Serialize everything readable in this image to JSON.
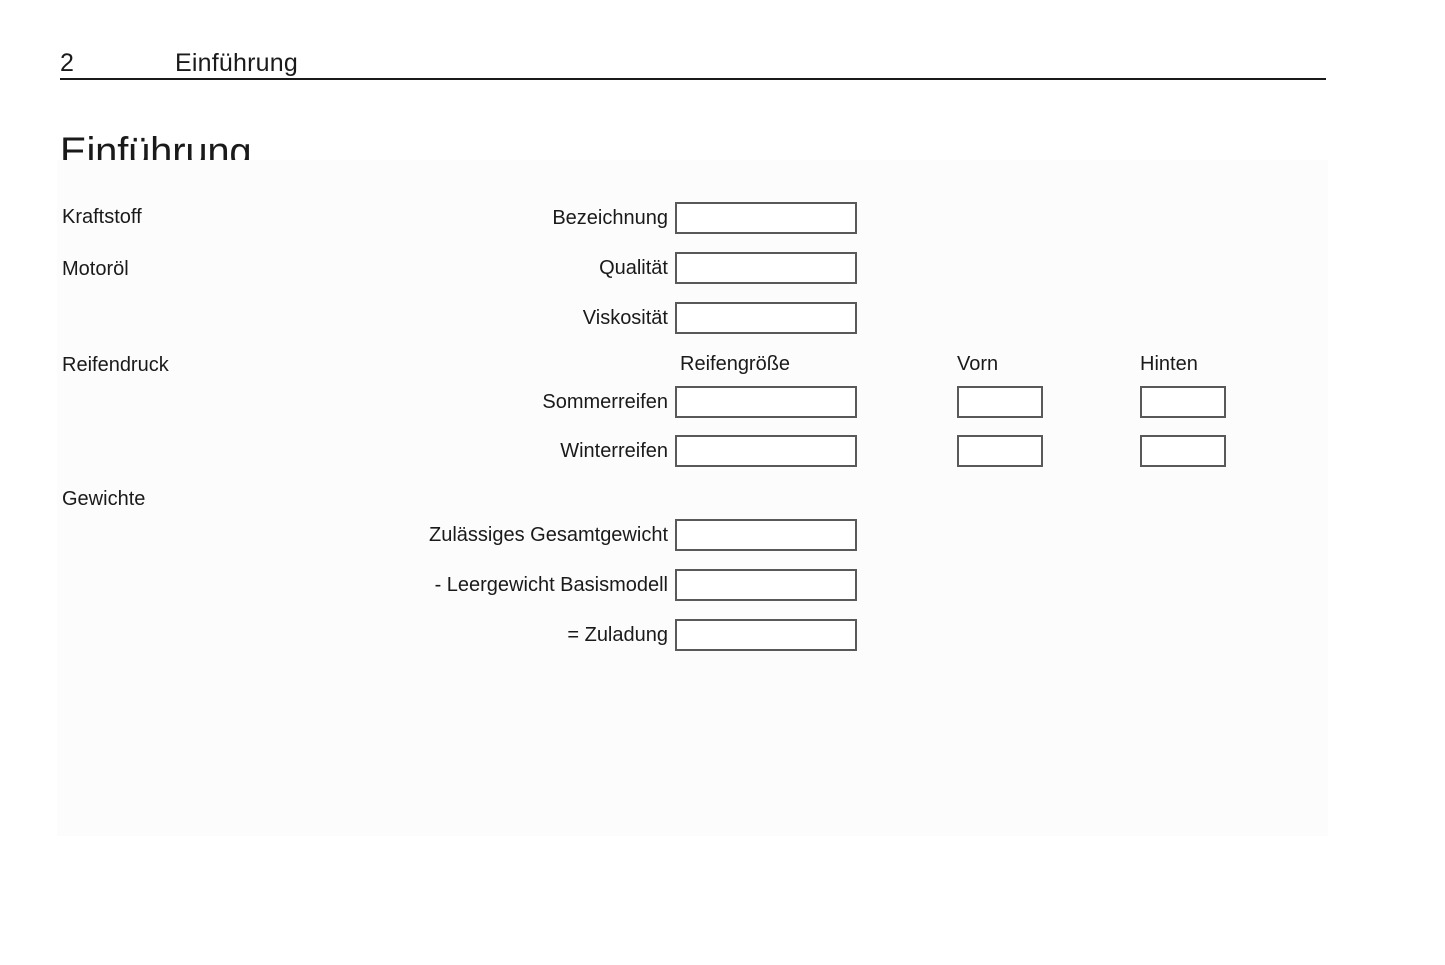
{
  "header": {
    "page_number": "2",
    "chapter": "Einführung"
  },
  "title": "Einführung",
  "sections": {
    "fuel": {
      "label": "Kraftstoff"
    },
    "engine_oil": {
      "label": "Motoröl"
    },
    "tyre_pressure": {
      "label": "Reifendruck"
    },
    "weights": {
      "label": "Gewichte"
    }
  },
  "fields": {
    "bezeichnung": {
      "label": "Bezeichnung",
      "value": ""
    },
    "qualitaet": {
      "label": "Qualität",
      "value": ""
    },
    "viskositaet": {
      "label": "Viskosität",
      "value": ""
    },
    "sommerreifen": {
      "label": "Sommerreifen",
      "size": "",
      "front": "",
      "rear": ""
    },
    "winterreifen": {
      "label": "Winterreifen",
      "size": "",
      "front": "",
      "rear": ""
    },
    "gesamtgewicht": {
      "label": "Zulässiges Gesamtgewicht",
      "value": ""
    },
    "leergewicht": {
      "label": "- Leergewicht Basismodell",
      "value": ""
    },
    "zuladung": {
      "label": "= Zuladung",
      "value": ""
    }
  },
  "columns": {
    "size": "Reifengröße",
    "front": "Vorn",
    "rear": "Hinten"
  },
  "colors": {
    "text": "#1a1a1a",
    "box_border": "#595959",
    "panel_bg": "#fcfcfc",
    "page_bg": "#ffffff"
  }
}
